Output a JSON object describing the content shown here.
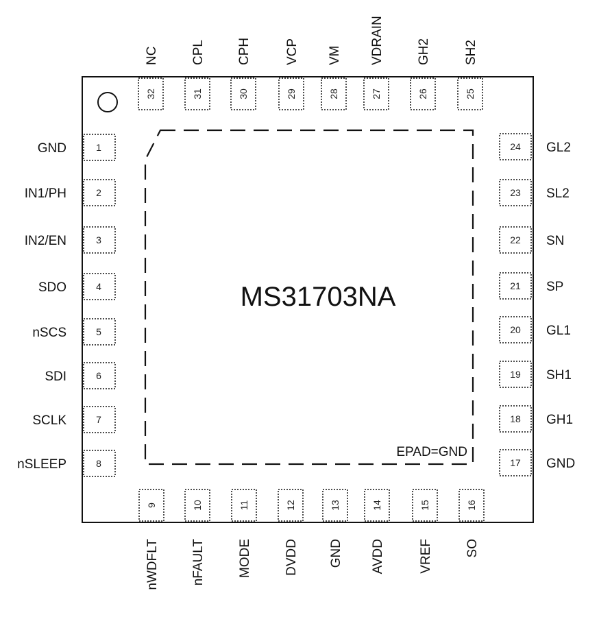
{
  "chip": {
    "part_number": "MS31703NA",
    "epad_label": "EPAD=GND"
  },
  "pins": {
    "left": [
      {
        "num": "1",
        "name": "GND"
      },
      {
        "num": "2",
        "name": "IN1/PH"
      },
      {
        "num": "3",
        "name": "IN2/EN"
      },
      {
        "num": "4",
        "name": "SDO"
      },
      {
        "num": "5",
        "name": "nSCS"
      },
      {
        "num": "6",
        "name": "SDI"
      },
      {
        "num": "7",
        "name": "SCLK"
      },
      {
        "num": "8",
        "name": "nSLEEP"
      }
    ],
    "bottom": [
      {
        "num": "9",
        "name": "nWDFLT"
      },
      {
        "num": "10",
        "name": "nFAULT"
      },
      {
        "num": "11",
        "name": "MODE"
      },
      {
        "num": "12",
        "name": "DVDD"
      },
      {
        "num": "13",
        "name": "GND"
      },
      {
        "num": "14",
        "name": "AVDD"
      },
      {
        "num": "15",
        "name": "VREF"
      },
      {
        "num": "16",
        "name": "SO"
      }
    ],
    "right": [
      {
        "num": "17",
        "name": "GND"
      },
      {
        "num": "18",
        "name": "GH1"
      },
      {
        "num": "19",
        "name": "SH1"
      },
      {
        "num": "20",
        "name": "GL1"
      },
      {
        "num": "21",
        "name": "SP"
      },
      {
        "num": "22",
        "name": "SN"
      },
      {
        "num": "23",
        "name": "SL2"
      },
      {
        "num": "24",
        "name": "GL2"
      }
    ],
    "top": [
      {
        "num": "25",
        "name": "SH2"
      },
      {
        "num": "26",
        "name": "GH2"
      },
      {
        "num": "27",
        "name": "VDRAIN"
      },
      {
        "num": "28",
        "name": "VM"
      },
      {
        "num": "29",
        "name": "VCP"
      },
      {
        "num": "30",
        "name": "CPH"
      },
      {
        "num": "31",
        "name": "CPL"
      },
      {
        "num": "32",
        "name": "NC"
      }
    ]
  }
}
